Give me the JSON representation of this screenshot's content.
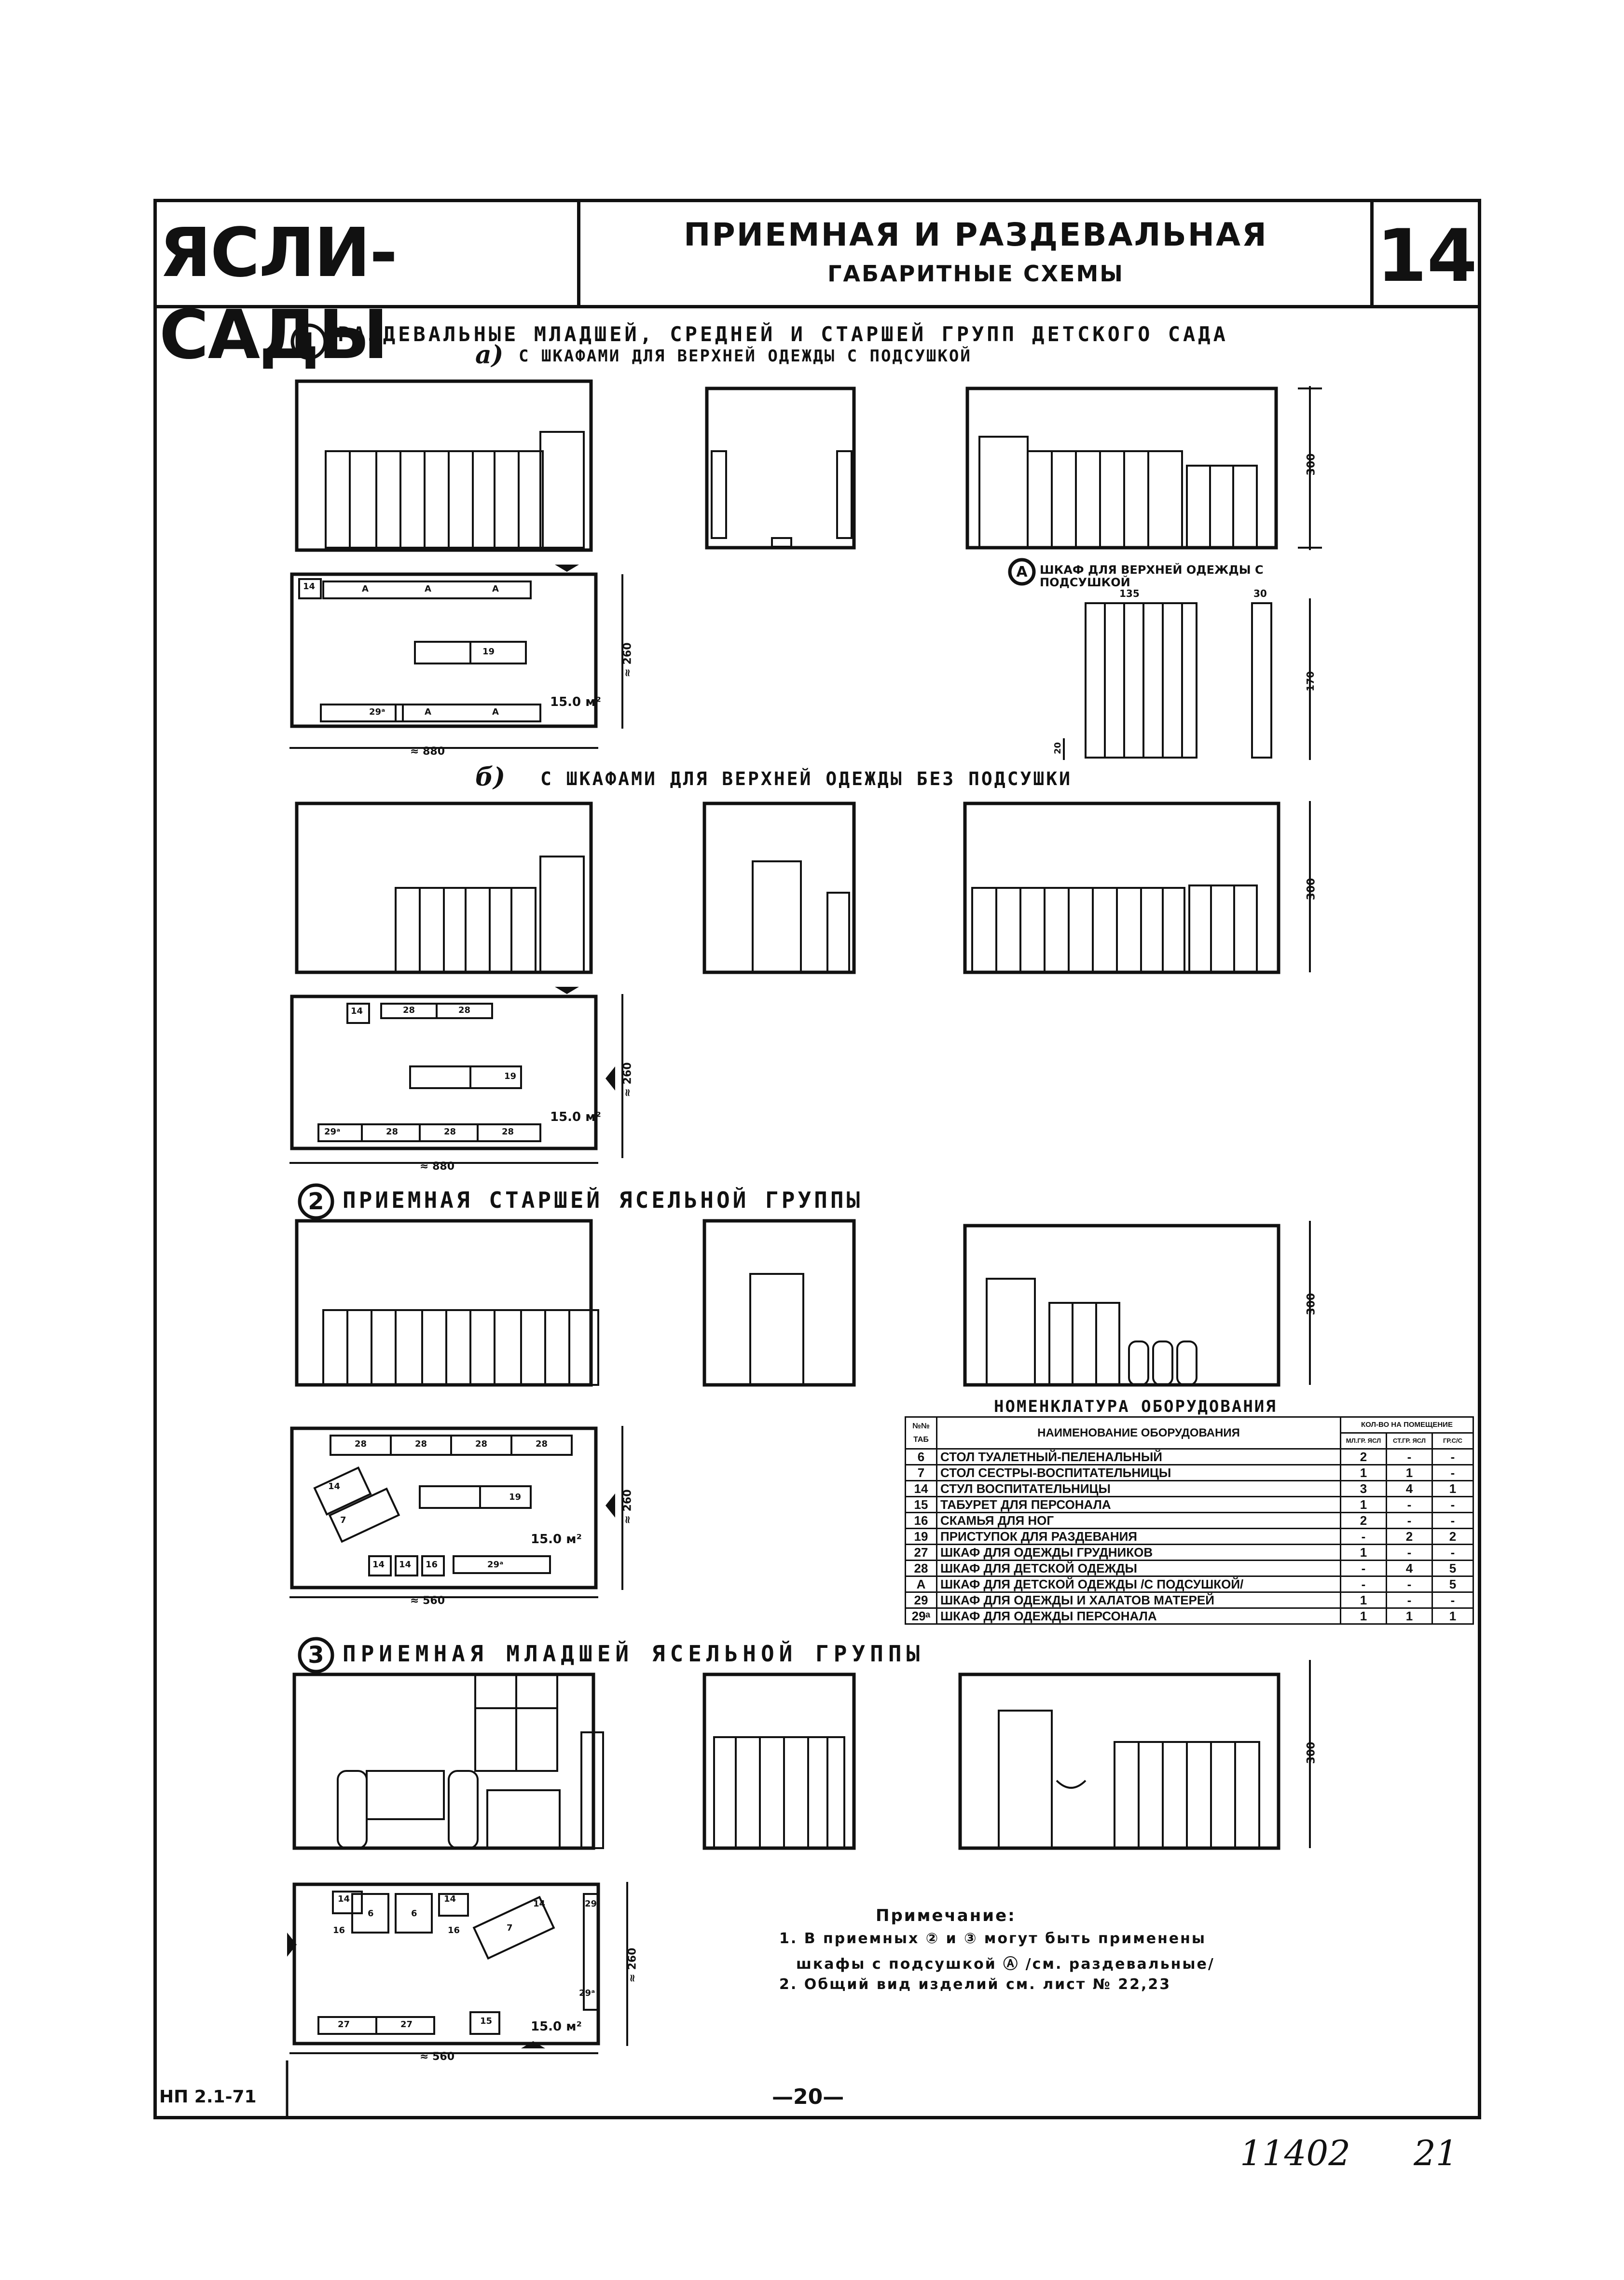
{
  "header": {
    "series_title": "ЯСЛИ-САДЫ",
    "sheet_title": "ПРИЕМНАЯ И РАЗДЕВАЛЬНАЯ",
    "sheet_subtitle": "ГАБАРИТНЫЕ СХЕМЫ",
    "sheet_number": "14"
  },
  "section1": {
    "num": "1",
    "title": "РАЗДЕВАЛЬНЫЕ МЛАДШЕЙ, СРЕДНЕЙ И СТАРШЕЙ ГРУПП ДЕТСКОГО САДА",
    "sub_a_mark": "а)",
    "sub_a": "С ШКАФАМИ ДЛЯ ВЕРХНЕЙ ОДЕЖДЫ С ПОДСУШКОЙ",
    "sub_b_mark": "б)",
    "sub_b": "С ШКАФАМИ ДЛЯ ВЕРХНЕЙ ОДЕЖДЫ БЕЗ ПОДСУШКИ",
    "height_dim": "300",
    "area": "15.0 м²",
    "width_dim": "≈ 880",
    "depth_dim": "≈ 260",
    "width_dim_b": "≈ 880",
    "depth_dim_b": "≈ 260",
    "cabinet_note_mark": "А",
    "cabinet_note": "ШКАФ ДЛЯ ВЕРХНЕЙ ОДЕЖДЫ С ПОДСУШКОЙ",
    "cab_w": "135",
    "cab_d": "30",
    "cab_h": "170",
    "cab_base": "20",
    "plan_a_tags": [
      "14",
      "А",
      "А",
      "А",
      "19",
      "29ᵃ",
      "А",
      "А"
    ],
    "plan_b_tags": [
      "14",
      "28",
      "28",
      "19",
      "29ᵃ",
      "28",
      "28",
      "28"
    ]
  },
  "section2": {
    "num": "2",
    "title": "ПРИЕМНАЯ СТАРШЕЙ ЯСЕЛЬНОЙ ГРУППЫ",
    "height_dim": "300",
    "area": "15.0 м²",
    "width_dim": "≈ 560",
    "depth_dim": "≈ 260",
    "plan_tags": [
      "28",
      "28",
      "28",
      "28",
      "14",
      "7",
      "19",
      "14",
      "14",
      "16",
      "29ᵃ"
    ]
  },
  "section3": {
    "num": "3",
    "title": "ПРИЕМНАЯ МЛАДШЕЙ ЯСЕЛЬНОЙ ГРУППЫ",
    "height_dim": "300",
    "area": "15.0 м²",
    "width_dim": "≈ 560",
    "depth_dim": "≈ 260",
    "plan_tags": [
      "14",
      "6",
      "6",
      "14",
      "16",
      "16",
      "7",
      "14",
      "29",
      "29ᵃ",
      "27",
      "27",
      "15"
    ]
  },
  "nomenclature": {
    "title": "НОМЕНКЛАТУРА ОБОРУДОВАНИЯ",
    "col_num": "№№ ТАБ",
    "col_name": "НАИМЕНОВАНИЕ ОБОРУДОВАНИЯ",
    "col_qty": "КОЛ-ВО НА ПОМЕЩЕНИЕ",
    "sub_cols": [
      "МЛ.ГР. ЯСЛ",
      "СТ.ГР. ЯСЛ",
      "ГР.С/С"
    ],
    "rows": [
      {
        "n": "6",
        "name": "СТОЛ ТУАЛЕТНЫЙ-ПЕЛЕНАЛЬНЫЙ",
        "q1": "2",
        "q2": "-",
        "q3": "-"
      },
      {
        "n": "7",
        "name": "СТОЛ СЕСТРЫ-ВОСПИТАТЕЛЬНИЦЫ",
        "q1": "1",
        "q2": "1",
        "q3": "-"
      },
      {
        "n": "14",
        "name": "СТУЛ ВОСПИТАТЕЛЬНИЦЫ",
        "q1": "3",
        "q2": "4",
        "q3": "1"
      },
      {
        "n": "15",
        "name": "ТАБУРЕТ ДЛЯ ПЕРСОНАЛА",
        "q1": "1",
        "q2": "-",
        "q3": "-"
      },
      {
        "n": "16",
        "name": "СКАМЬЯ ДЛЯ НОГ",
        "q1": "2",
        "q2": "-",
        "q3": "-"
      },
      {
        "n": "19",
        "name": "ПРИСТУПОК ДЛЯ РАЗДЕВАНИЯ",
        "q1": "-",
        "q2": "2",
        "q3": "2"
      },
      {
        "n": "27",
        "name": "ШКАФ ДЛЯ ОДЕЖДЫ ГРУДНИКОВ",
        "q1": "1",
        "q2": "-",
        "q3": "-"
      },
      {
        "n": "28",
        "name": "ШКАФ ДЛЯ ДЕТСКОЙ ОДЕЖДЫ",
        "q1": "-",
        "q2": "4",
        "q3": "5"
      },
      {
        "n": "А",
        "name": "ШКАФ ДЛЯ ДЕТСКОЙ ОДЕЖДЫ /С ПОДСУШКОЙ/",
        "q1": "-",
        "q2": "-",
        "q3": "5"
      },
      {
        "n": "29",
        "name": "ШКАФ ДЛЯ ОДЕЖДЫ И ХАЛАТОВ МАТЕРЕЙ",
        "q1": "1",
        "q2": "-",
        "q3": "-"
      },
      {
        "n": "29ᵃ",
        "name": "ШКАФ ДЛЯ ОДЕЖДЫ ПЕРСОНАЛА",
        "q1": "1",
        "q2": "1",
        "q3": "1"
      }
    ]
  },
  "note": {
    "title": "Примечание:",
    "line1": "1. В приемных ② и ③ могут быть применены",
    "line2": "шкафы с подсушкой Ⓐ /см. раздевальные/",
    "line3": "2. Общий вид изделий см. лист № 22,23"
  },
  "footer": {
    "code": "НП 2.1-71",
    "page": "—20—",
    "handwritten_num": "11402",
    "handwritten_page": "21"
  }
}
